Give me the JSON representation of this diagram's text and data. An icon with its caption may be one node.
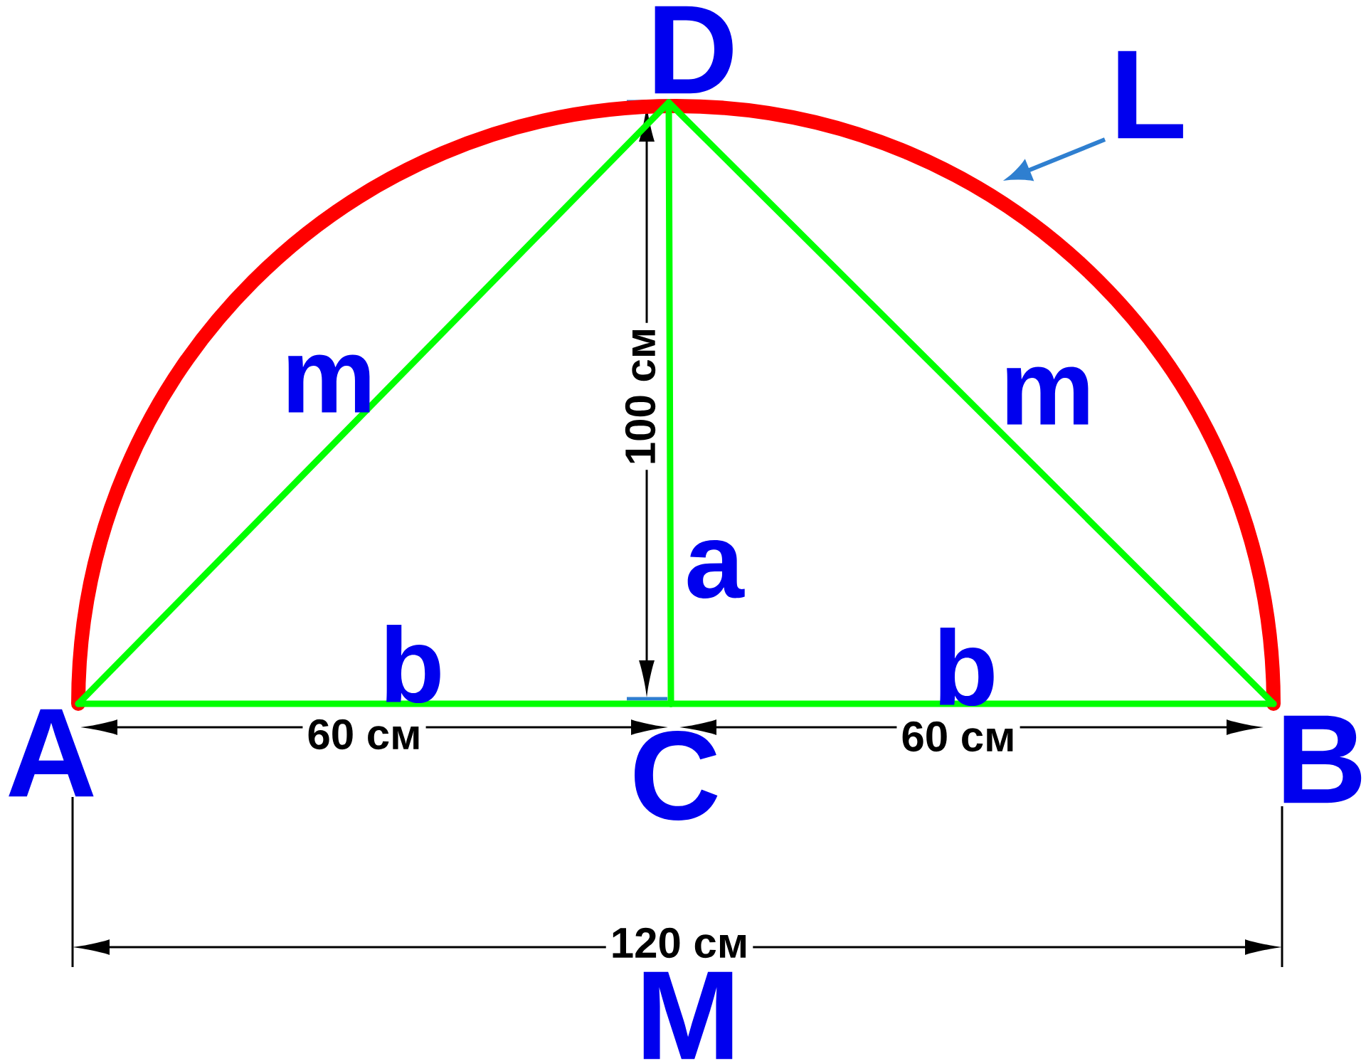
{
  "diagram": {
    "nodes": [
      {
        "text": [
          "D"
        ]
      },
      {
        "text": [
          "L"
        ]
      },
      {
        "text": [
          "A"
        ]
      },
      {
        "text": [
          "C"
        ]
      },
      {
        "text": [
          "B"
        ]
      }
    ],
    "edges": [
      {
        "from": 2,
        "to": 4,
        "arrow": "none",
        "color": "#ff0000",
        "style": "thick"
      },
      {
        "from": 1,
        "to": null,
        "arrow": "to",
        "color": "#2f7fd0"
      },
      {
        "from": 2,
        "to": 0,
        "arrow": "none",
        "label": "m"
      },
      {
        "from": 0,
        "to": 4,
        "arrow": "none",
        "label": "m"
      },
      {
        "from": 0,
        "to": 3,
        "arrow": "none",
        "label": "a"
      },
      {
        "from": 2,
        "to": 3,
        "arrow": "none",
        "label": "b"
      },
      {
        "from": 3,
        "to": 4,
        "arrow": "none",
        "label": "b"
      }
    ],
    "labels": [
      "100 см",
      "60 см",
      "60 см",
      "120 см",
      "M"
    ]
  }
}
